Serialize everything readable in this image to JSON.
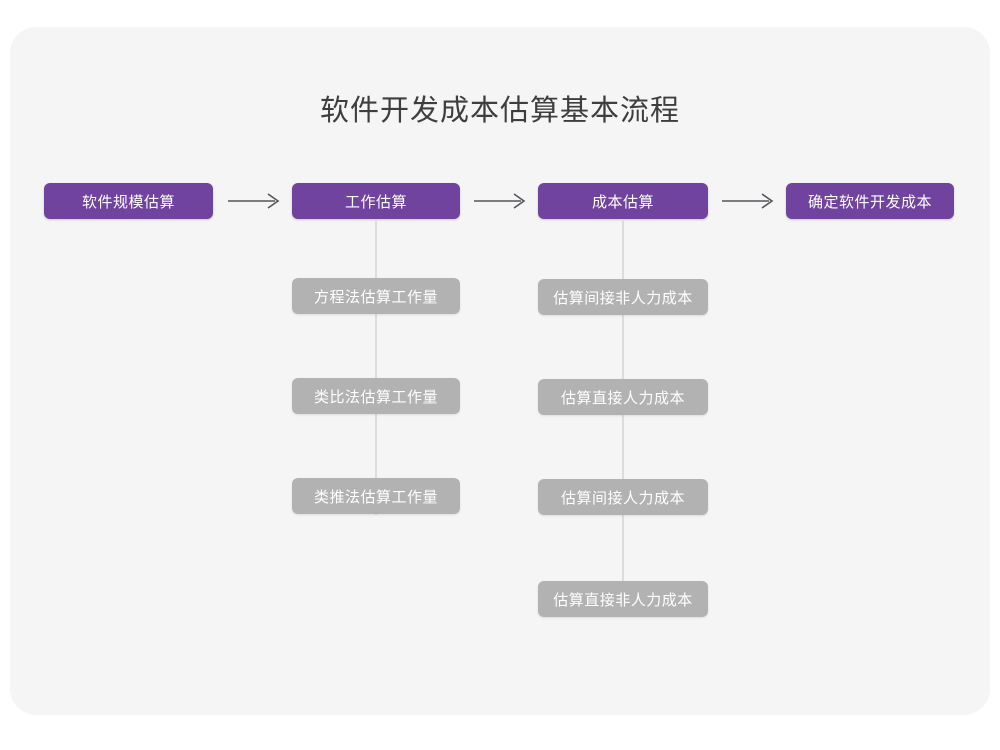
{
  "page": {
    "title": "软件开发成本估算基本流程",
    "background_color": "#ffffff",
    "card_color": "#f5f5f6",
    "primary_color": "#70439e",
    "secondary_color": "#b2b2b2",
    "connector_color": "#dcdcdc",
    "title_color": "#3e3e3e"
  },
  "flow": {
    "main_steps": [
      {
        "label": "软件规模估算"
      },
      {
        "label": "工作估算"
      },
      {
        "label": "成本估算"
      },
      {
        "label": "确定软件开发成本"
      }
    ],
    "arrows": [
      {
        "name": "arrow-1",
        "glyph": "→"
      },
      {
        "name": "arrow-2",
        "glyph": "→"
      },
      {
        "name": "arrow-3",
        "glyph": "→"
      }
    ],
    "branches": [
      {
        "parent": "工作估算",
        "items": [
          {
            "label": "方程法估算工作量"
          },
          {
            "label": "类比法估算工作量"
          },
          {
            "label": "类推法估算工作量"
          }
        ]
      },
      {
        "parent": "成本估算",
        "items": [
          {
            "label": "估算间接非人力成本"
          },
          {
            "label": "估算直接人力成本"
          },
          {
            "label": "估算间接人力成本"
          },
          {
            "label": "估算直接非人力成本"
          }
        ]
      }
    ]
  }
}
